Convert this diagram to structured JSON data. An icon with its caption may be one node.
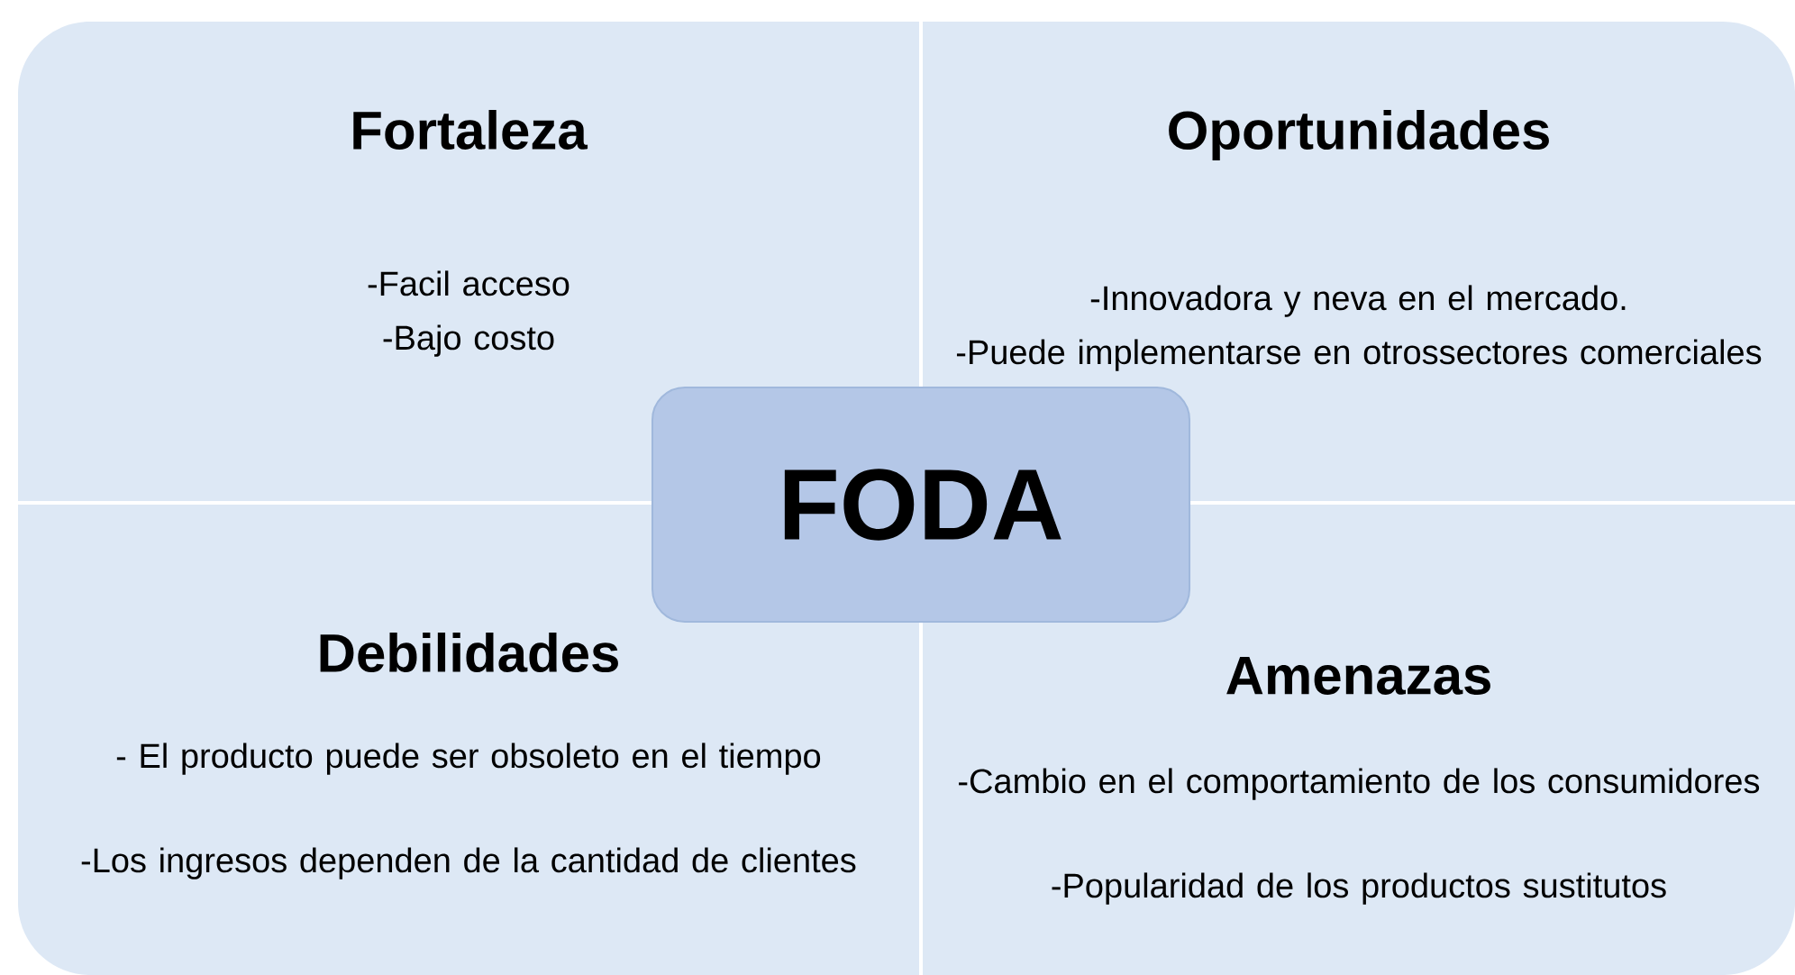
{
  "diagram": {
    "nodes": [
      {
        "text": [
          "Fortaleza",
          "-Facil acceso",
          "-Bajo costo"
        ]
      },
      {
        "text": [
          "Oportunidades",
          "-Innovadora y neva en el mercado.",
          "-Puede implementarse en otrossectores comerciales"
        ]
      },
      {
        "text": [
          "Debilidades",
          "- El producto puede ser obsoleto en el tiempo",
          "-Los ingresos  dependen de la cantidad de clientes"
        ]
      },
      {
        "text": [
          "Amenazas",
          "-Cambio en el comportamiento de los consumidores",
          "-Popularidad de los productos sustitutos"
        ]
      },
      {
        "text": [
          "FODA"
        ]
      }
    ]
  }
}
